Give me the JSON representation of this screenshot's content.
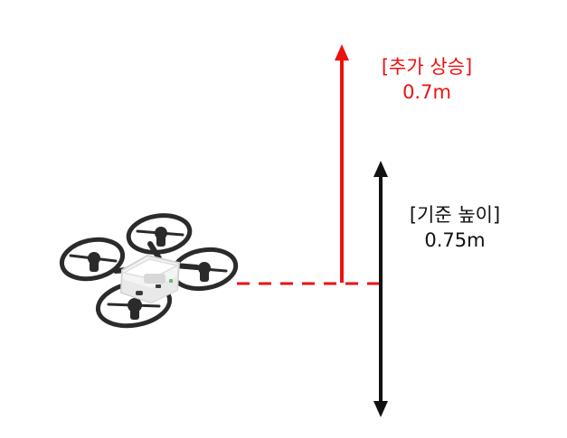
{
  "diagram": {
    "extra_rise": {
      "title": "[추가 상승]",
      "value": "0.7m",
      "color": "#ee1111"
    },
    "base_height": {
      "title": "[기준 높이]",
      "value": "0.75m",
      "color": "#111111"
    },
    "reference_line_color": "#ee1111",
    "drone": {
      "body_color": "#f4f4f4",
      "frame_color": "#2b2b2b"
    }
  }
}
